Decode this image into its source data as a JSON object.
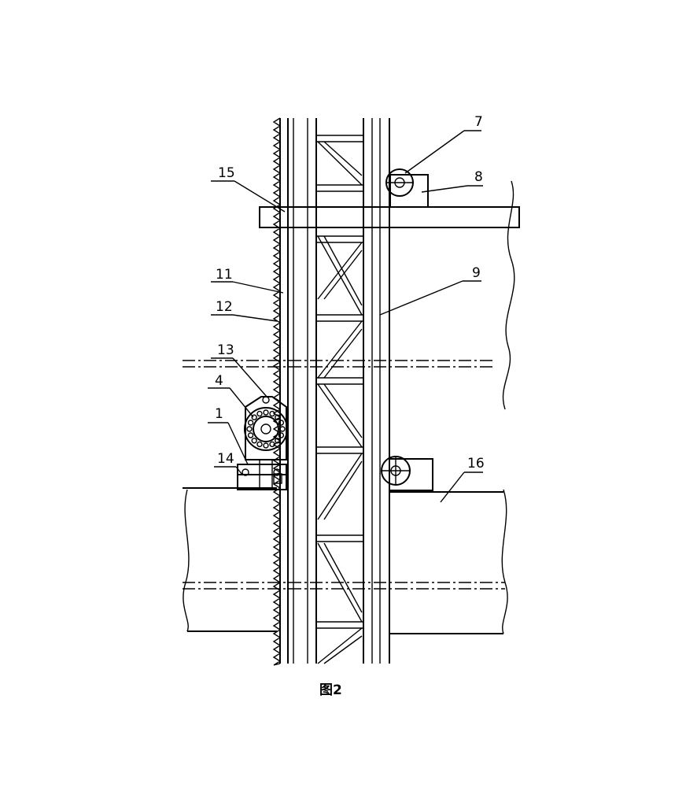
{
  "figure": {
    "caption": "图2",
    "labels": [
      {
        "id": "label-7",
        "text": "7"
      },
      {
        "id": "label-8",
        "text": "8"
      },
      {
        "id": "label-15",
        "text": "15"
      },
      {
        "id": "label-9",
        "text": "9"
      },
      {
        "id": "label-11",
        "text": "11"
      },
      {
        "id": "label-12",
        "text": "12"
      },
      {
        "id": "label-13",
        "text": "13"
      },
      {
        "id": "label-4",
        "text": "4"
      },
      {
        "id": "label-1",
        "text": "1"
      },
      {
        "id": "label-14",
        "text": "14"
      },
      {
        "id": "label-16",
        "text": "16"
      }
    ]
  }
}
